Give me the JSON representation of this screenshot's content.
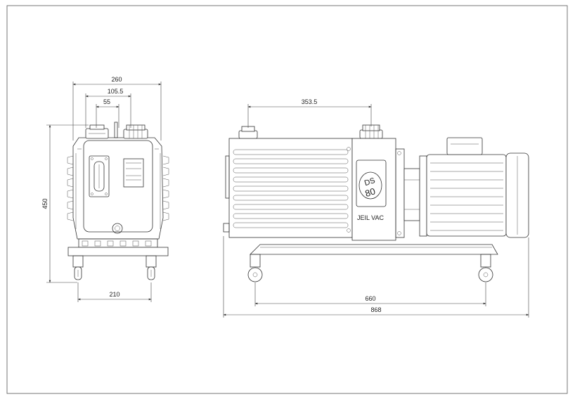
{
  "drawing": {
    "dimensions": {
      "front_width": "260",
      "front_inlet_offset": "105.5",
      "front_port_spacing": "55",
      "front_height": "450",
      "front_wheelbase": "210",
      "side_port_spacing": "353.5",
      "side_wheelbase": "660",
      "side_overall_length": "868"
    },
    "labels": {
      "model_badge_line1": "DS",
      "model_badge_line2": "80",
      "brand_name": "JEIL VAC"
    }
  }
}
